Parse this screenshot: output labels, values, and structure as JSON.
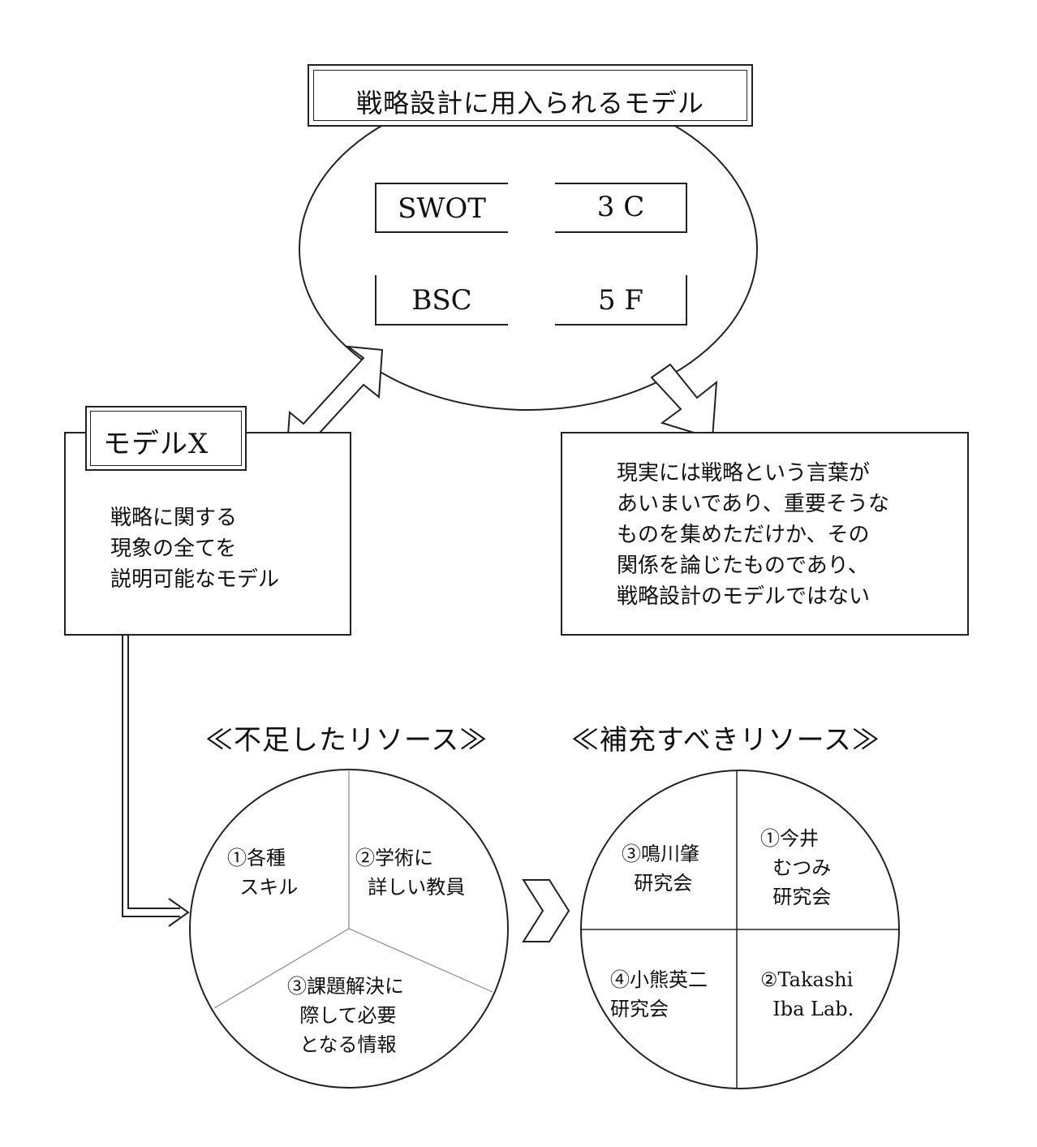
{
  "title": "戦略設計に用入られるモデル",
  "models": [
    "SWOT",
    "3 C",
    "BSC",
    "5 F"
  ],
  "model_x": {
    "label": "モデルX",
    "lines": [
      "戦略に関する",
      "現象の全てを",
      "説明可能なモデル"
    ]
  },
  "reality": {
    "lines": [
      "現実には戦略という言葉が",
      "あいまいであり、重要そうな",
      "ものを集めただけか、その",
      "関係を論じたものであり、",
      "戦略設計のモデルではない"
    ]
  },
  "lacking": {
    "heading": "≪不足したリソース≫",
    "segments": [
      "①各種\n  スキル",
      "②学術に\n  詳しい教員",
      "③課題解決に\n  際して必要\n  となる情報"
    ]
  },
  "supplement": {
    "heading": "≪補充すべきリソース≫",
    "segments": [
      "①今井\n  むつみ\n  研究会",
      "②Takashi\n  Iba Lab.",
      "③鳴川肇\n  研究会",
      "④小熊英二\n研究会"
    ]
  },
  "colors": {
    "line": "#222222",
    "divider": "#888888",
    "background": "#ffffff"
  }
}
